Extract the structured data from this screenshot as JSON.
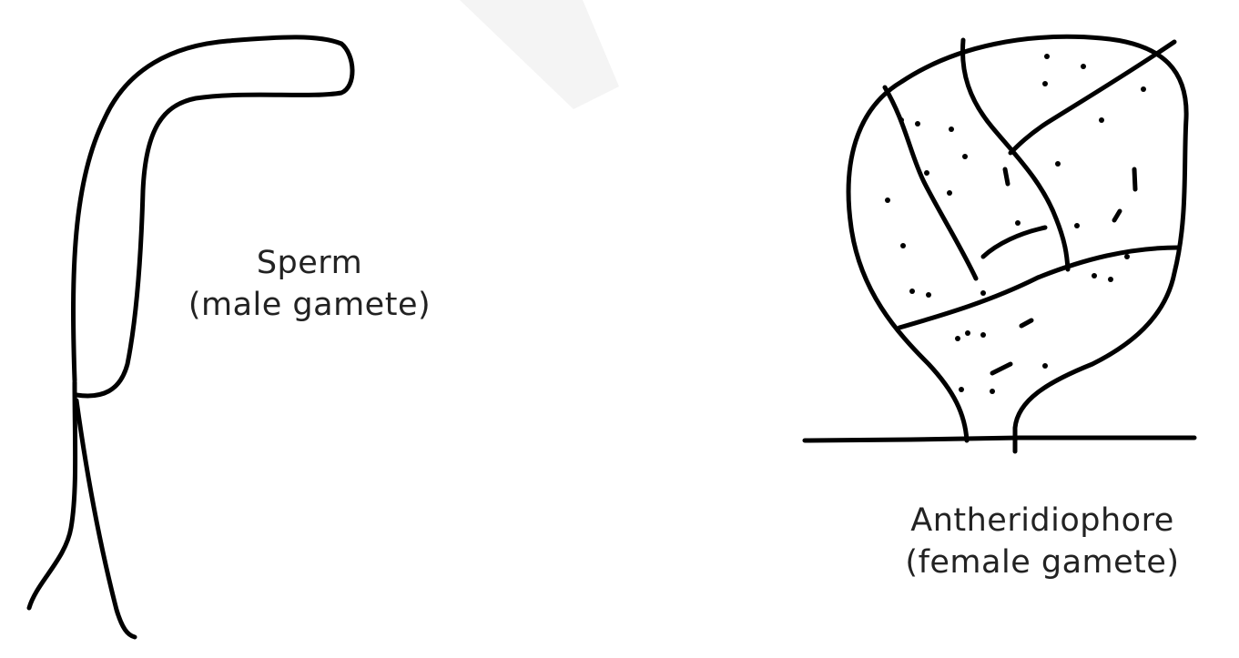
{
  "diagram": {
    "sperm": {
      "line1": "Sperm",
      "line2": "(male gamete)"
    },
    "antheridiophore": {
      "line1": "Antheridiophore",
      "line2": "(female gamete)"
    }
  },
  "colors": {
    "background": "#ffffff",
    "stroke": "#000000",
    "text": "#222222"
  }
}
